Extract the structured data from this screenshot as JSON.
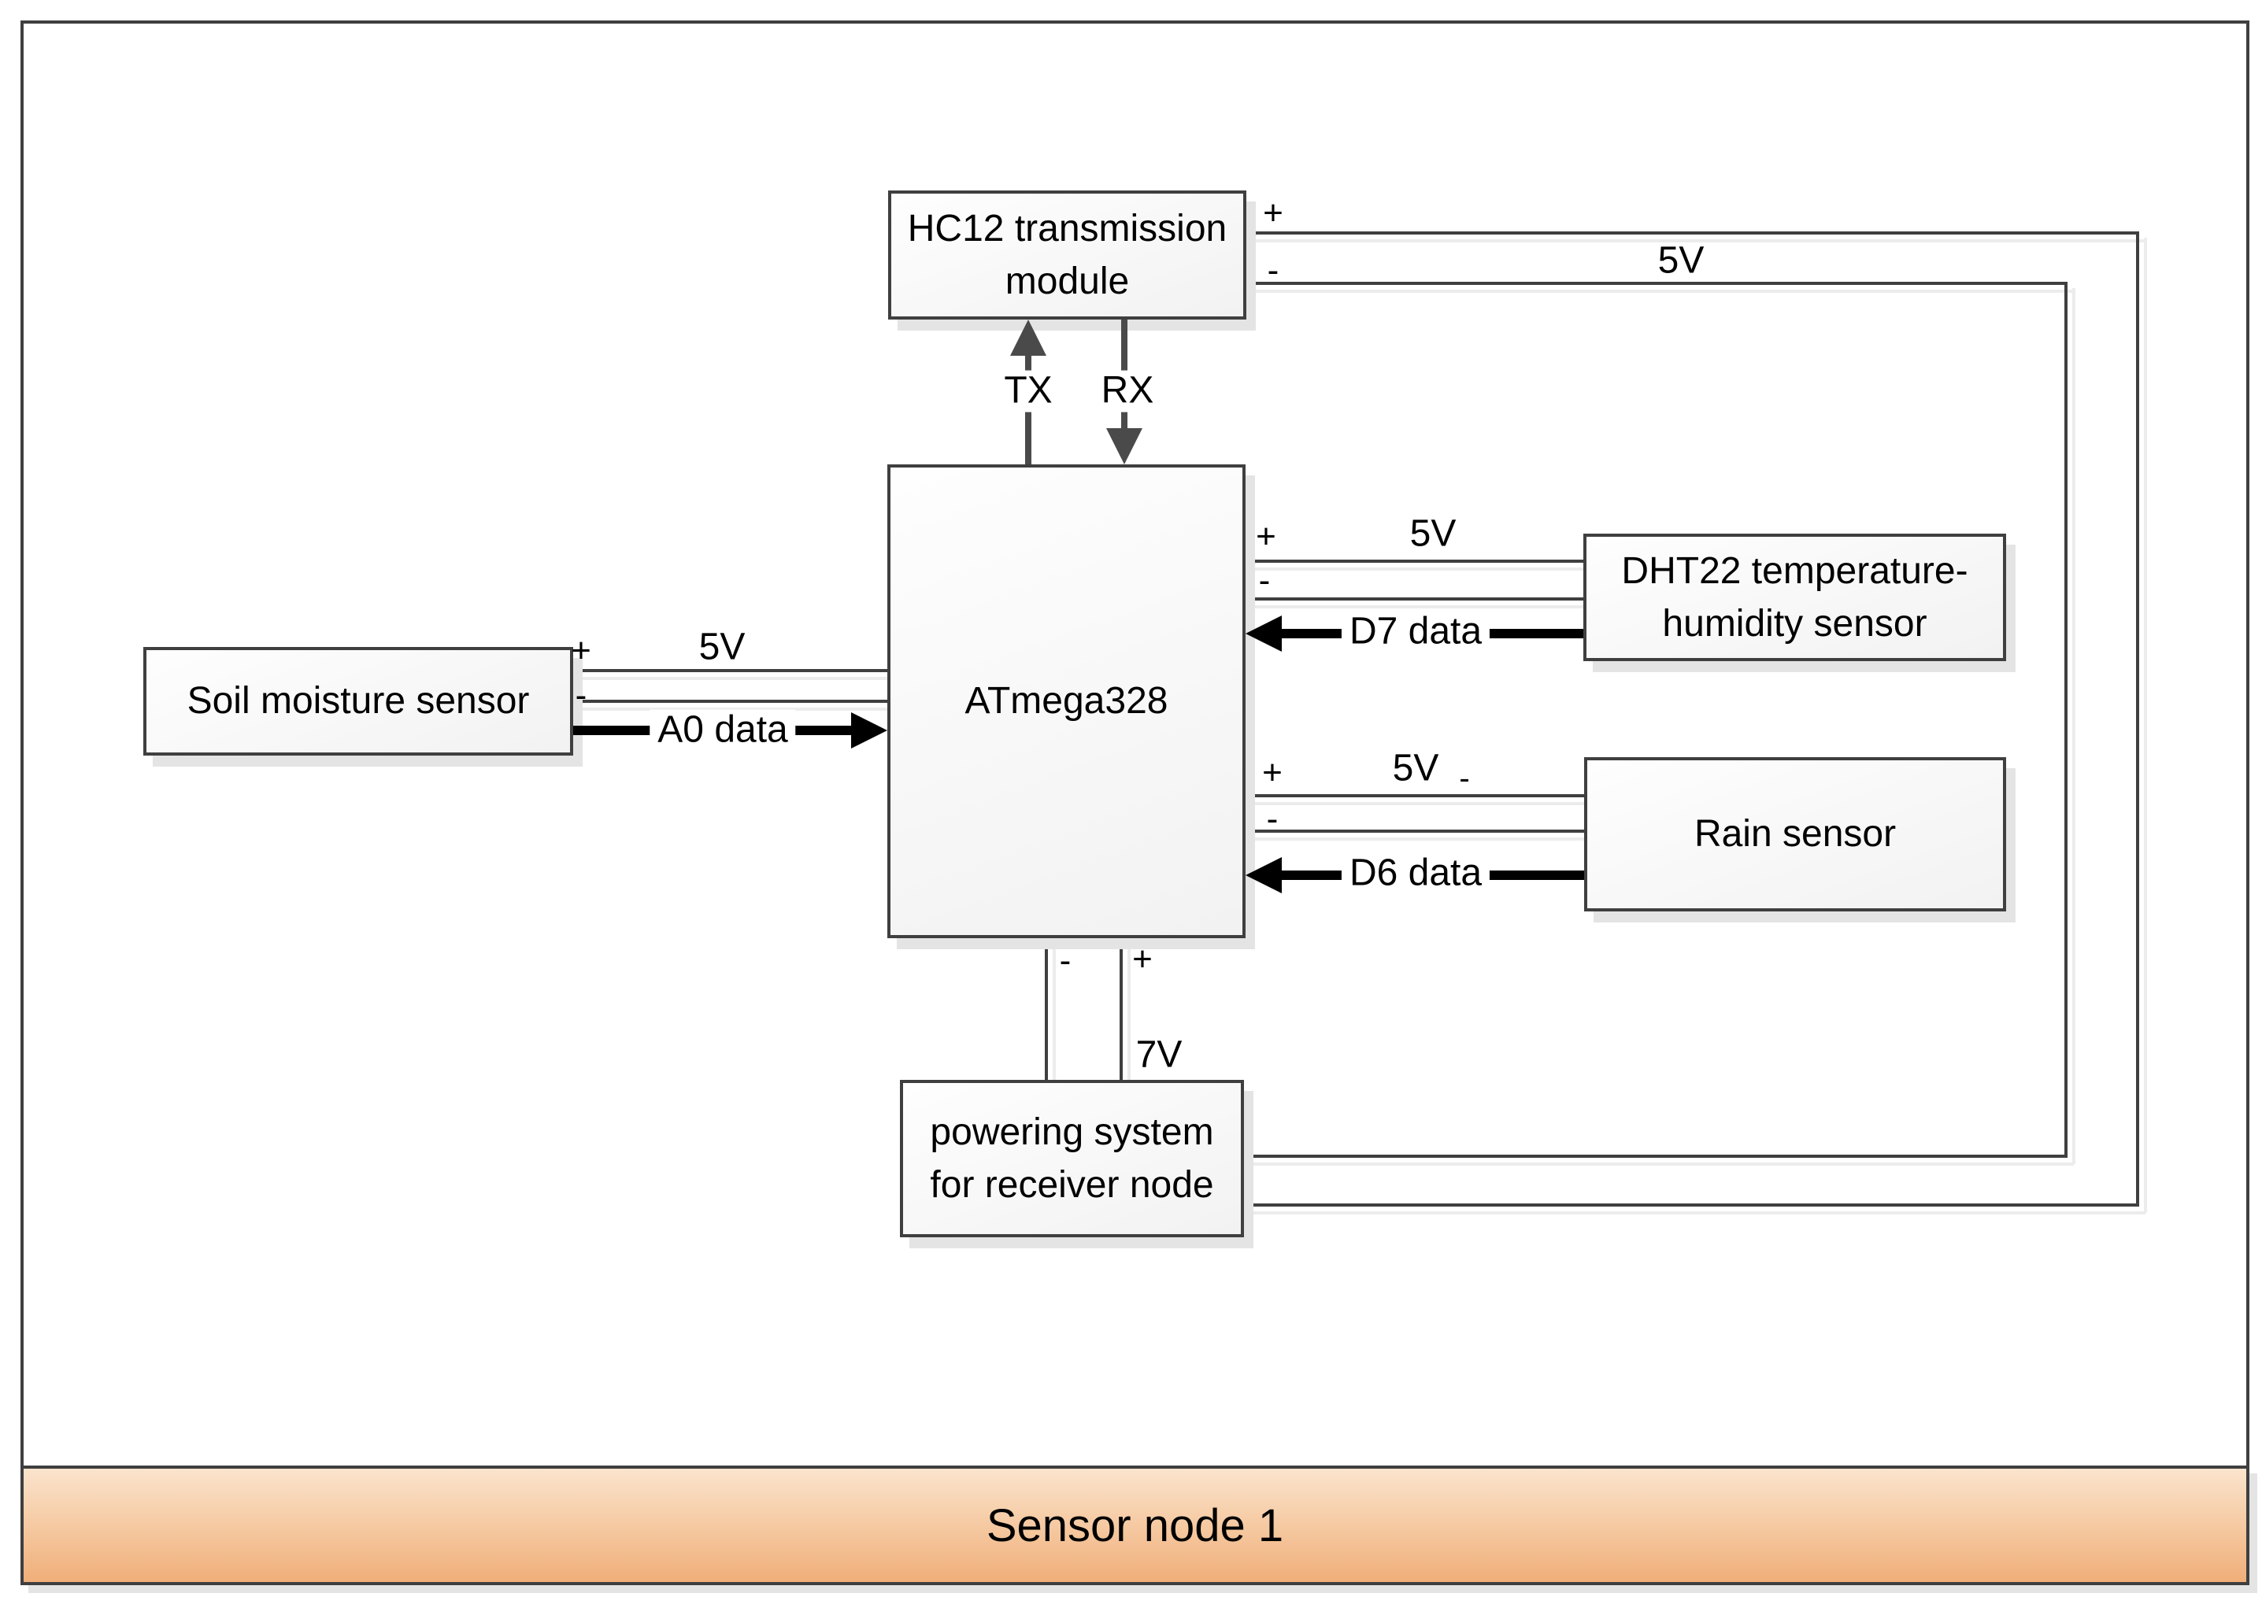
{
  "title_bar": {
    "label": "Sensor node 1"
  },
  "boxes": {
    "hc12": {
      "line1": "HC12 transmission",
      "line2": "module"
    },
    "atmega": {
      "label": "ATmega328"
    },
    "soil": {
      "label": "Soil moisture sensor"
    },
    "dht22": {
      "line1": "DHT22 temperature-",
      "line2": "humidity sensor"
    },
    "rain": {
      "label": "Rain sensor"
    },
    "power": {
      "line1": "powering system",
      "line2": "for receiver node"
    }
  },
  "wire_labels": {
    "hc12_plus": "+",
    "hc12_minus": "-",
    "hc12_5v": "5V",
    "tx": "TX",
    "rx": "RX",
    "soil_plus": "+",
    "soil_minus": "-",
    "soil_5v": "5V",
    "soil_data": "A0 data",
    "dht_plus": "+",
    "dht_minus": "-",
    "dht_5v": "5V",
    "dht_data": "D7 data",
    "rain_plus": "+",
    "rain_minus": "-",
    "rain_5v": "5V",
    "rain_extra_minus": "-",
    "rain_data": "D6 data",
    "power_minus": "-",
    "power_plus": "+",
    "power_7v": "7V"
  },
  "colors": {
    "wire": "#3f3f3f",
    "box_border": "#3f3f3f",
    "data_arrow": "#000000",
    "signal_arrow": "#4a4a4a",
    "bar_gradient_top": "#fbe4cd",
    "bar_gradient_bottom": "#f0ae79",
    "shadow": "#e4e4e4"
  }
}
